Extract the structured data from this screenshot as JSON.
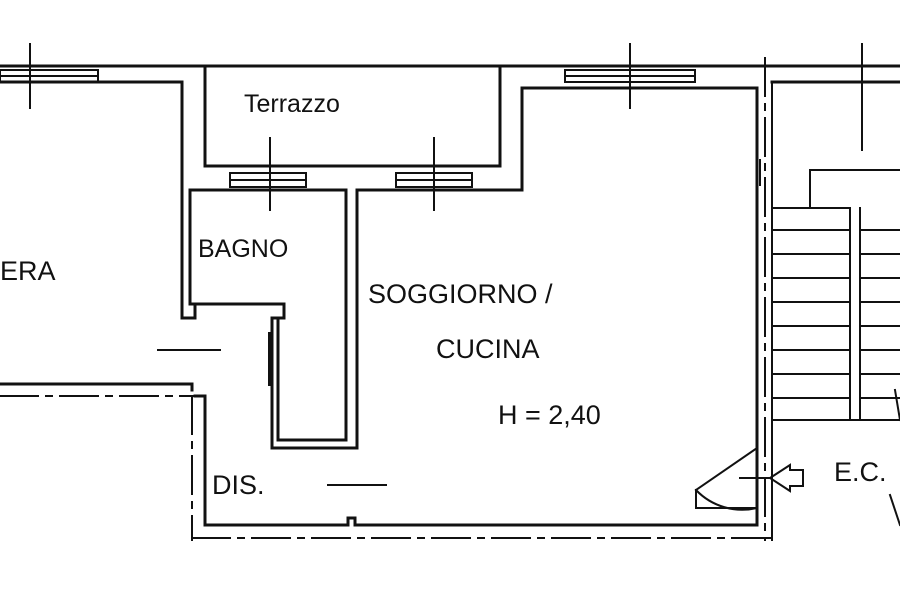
{
  "plan": {
    "labels": {
      "terrazzo": "Terrazzo",
      "bagno": "BAGNO",
      "camera_partial": "ERA",
      "soggiorno_line1": "SOGGIORNO /",
      "soggiorno_line2": "CUCINA",
      "height": "H = 2,40",
      "dis": "DIS.",
      "ec": "E.C."
    },
    "colors": {
      "line": "#111111",
      "background": "#ffffff"
    }
  }
}
